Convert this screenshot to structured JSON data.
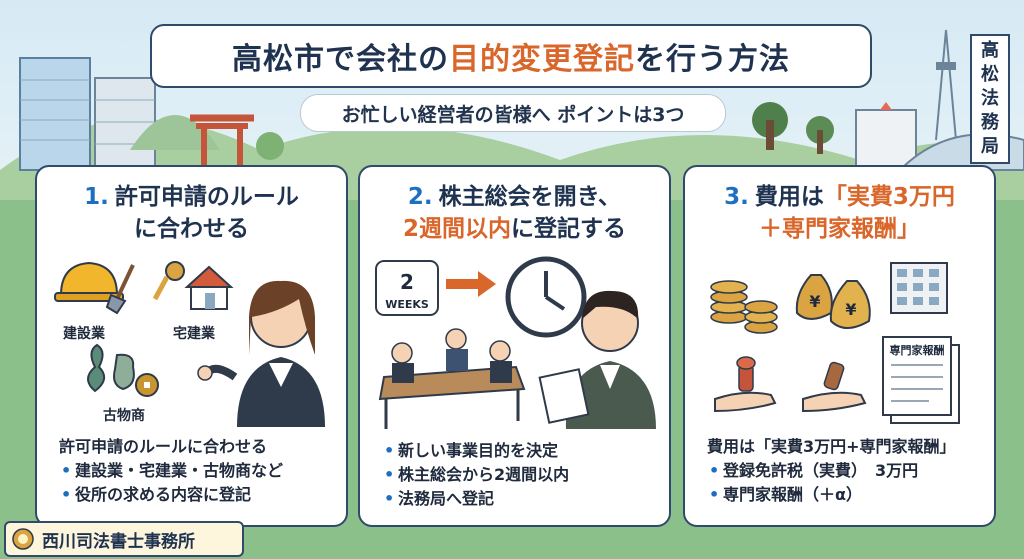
{
  "title": {
    "before": "高松市で会社の",
    "highlight": "目的変更登記",
    "after": "を行う方法"
  },
  "subtitle": "お忙しい経営者の皆様へ ポイントは3つ",
  "sign": [
    "高",
    "松",
    "法",
    "務",
    "局"
  ],
  "cards": [
    {
      "num": "1.",
      "line1": "許可申請のルール",
      "line2": "に合わせる",
      "labels": [
        "建設業",
        "宅建業",
        "古物商"
      ],
      "summary_title": "許可申請のルールに合わせる",
      "bullets": [
        "建設業・宅建業・古物商など",
        "役所の求める内容に登記"
      ]
    },
    {
      "num": "2.",
      "line1": "株主総会を開き、",
      "line2_highlight": "2週間以内",
      "line2_rest": "に登記する",
      "weeks_num": "2",
      "weeks_label": "WEEKS",
      "bullets": [
        "新しい事業目的を決定",
        "株主総会から2週間以内",
        "法務局へ登記"
      ]
    },
    {
      "num": "3.",
      "line1_prefix": "費用は",
      "line1_highlight": "「実費3万円",
      "line2": "＋専門家報酬」",
      "doc_label": "専門家報酬",
      "yen": "¥",
      "summary_title": "費用は「実費3万円+専門家報酬」",
      "bullets": [
        "登録免許税（実費）　3万円",
        "専門家報酬（＋α）"
      ]
    }
  ],
  "footer": "西川司法書士事務所"
}
